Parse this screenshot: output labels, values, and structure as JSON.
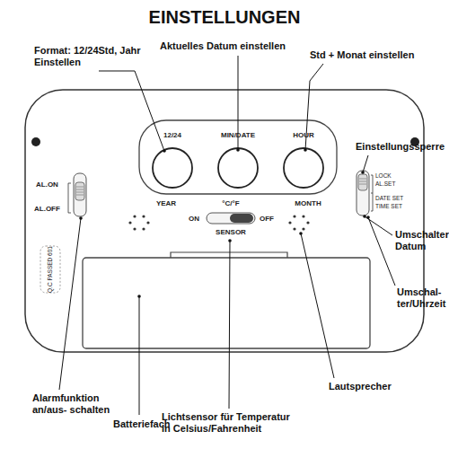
{
  "diagram": {
    "title": "EINSTELLUNGEN",
    "labels": [
      "Format: 12/24Std, Jahr Einstellen",
      "Aktuelles Datum einstellen",
      "Std + Monat einstellen",
      "Einstellungssperre",
      "12/24",
      "MIN/DATE",
      "HOUR",
      "AL.ON",
      "AL.OFF",
      "YEAR",
      "°C/°F",
      "ON",
      "OFF",
      "MONTH",
      "LOCK",
      "AL.SET",
      "DATE SET",
      "TIME SET",
      "Umschalter Datum",
      "SENSOR",
      "Q.C PASSED 601",
      "Umschal- ter/Uhrzeit",
      "Alarmfunktion an/aus- schalten",
      "Batteriefach",
      "Lichtsensor für Temperatur in Celsius/Fahrenheit",
      "Lautsprecher"
    ]
  }
}
